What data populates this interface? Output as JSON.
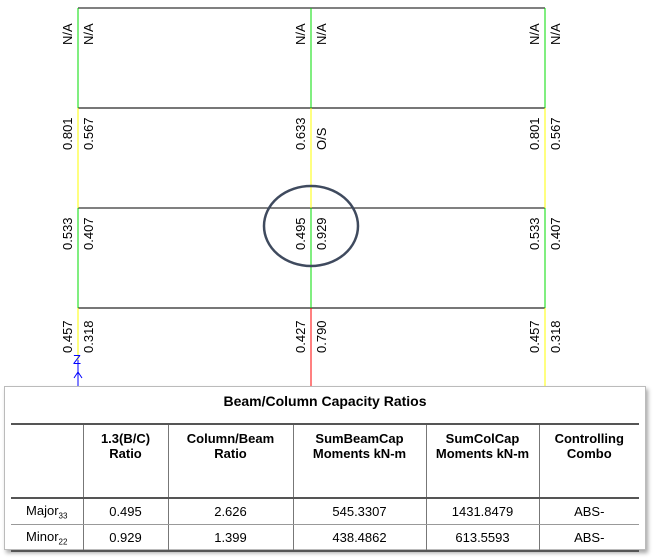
{
  "frame": {
    "columns": [
      {
        "left_labels": [
          "N/A",
          "0.801",
          "0.533",
          "0.457"
        ],
        "right_labels": [
          "N/A",
          "0.567",
          "0.407",
          "0.318"
        ]
      },
      {
        "left_labels": [
          "N/A",
          "0.633",
          "0.495",
          "0.427"
        ],
        "right_labels": [
          "N/A",
          "O/S",
          "0.929",
          "0.790"
        ]
      },
      {
        "left_labels": [
          "N/A",
          "0.801",
          "0.533",
          "0.457"
        ],
        "right_labels": [
          "N/A",
          "0.567",
          "0.407",
          "0.318"
        ]
      }
    ],
    "axis_label": "Z",
    "colors": {
      "green": "#00dd00",
      "yellow": "#ffff00",
      "red": "#ff0000",
      "blue": "#0000ff",
      "highlight": "#3f4a5e"
    }
  },
  "table": {
    "title": "Beam/Column Capacity Ratios",
    "headers": [
      "",
      "1.3(B/C) Ratio",
      "Column/Beam Ratio",
      "SumBeamCap Moments kN-m",
      "SumColCap Moments kN-m",
      "Controlling Combo"
    ],
    "rows": [
      {
        "name": "Major",
        "sub": "33",
        "values": [
          "0.495",
          "2.626",
          "545.3307",
          "1431.8479",
          "ABS-"
        ]
      },
      {
        "name": "Minor",
        "sub": "22",
        "values": [
          "0.929",
          "1.399",
          "438.4862",
          "613.5593",
          "ABS-"
        ]
      }
    ]
  }
}
